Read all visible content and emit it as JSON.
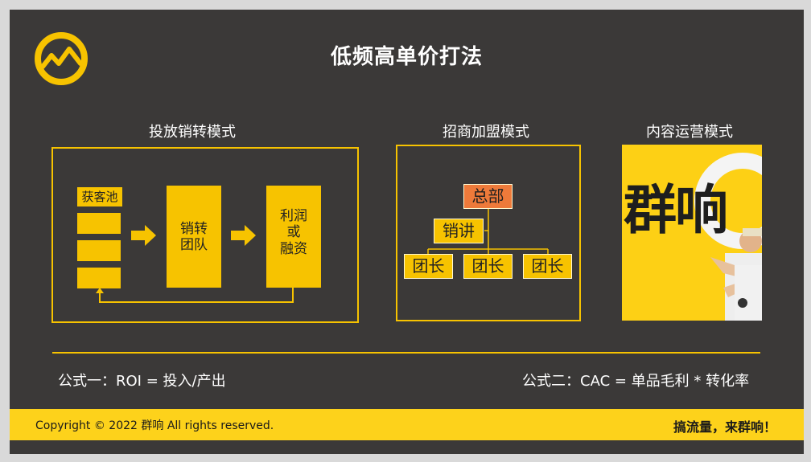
{
  "slide": {
    "title": "低频高单价打法",
    "sections": {
      "ads": {
        "title": "投放销转模式",
        "pool_label": "获客池",
        "team_label_1": "销转",
        "team_label_2": "团队",
        "profit_label_1": "利润",
        "profit_label_2": "或",
        "profit_label_3": "融资"
      },
      "franchise": {
        "title": "招商加盟模式",
        "hq": "总部",
        "lecture": "销讲",
        "leaders": [
          "团长",
          "团长",
          "团长"
        ]
      },
      "content": {
        "title": "内容运营模式",
        "photo_text": "群响"
      }
    },
    "formulas": {
      "one": "公式一：ROI = 投入/产出",
      "two": "公式二：CAC = 单品毛利 * 转化率"
    },
    "footer": {
      "copyright": "Copyright © 2022 群响  All rights reserved.",
      "slogan": "搞流量，来群响！"
    },
    "colors": {
      "background": "#3b3938",
      "accent": "#f7c300",
      "hq": "#ee7a3a"
    },
    "icons": [
      "mountain-logo-icon",
      "arrow-right-icon",
      "loop-arrow-icon"
    ]
  }
}
